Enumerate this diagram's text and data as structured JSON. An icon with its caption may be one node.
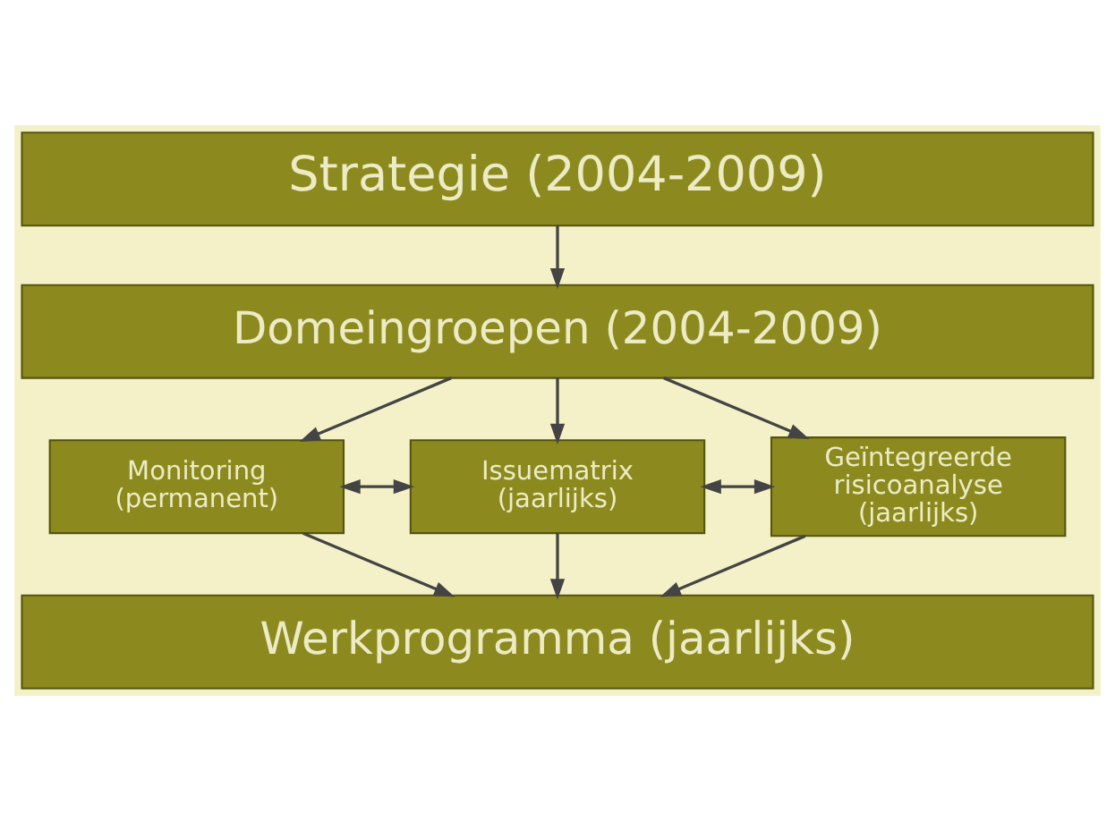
{
  "diagram": {
    "nodes": [
      {
        "text": [
          "Strategie (2004-2009)"
        ]
      },
      {
        "text": [
          "Domeingroepen (2004-2009)"
        ]
      },
      {
        "text": [
          "Monitoring (permanent)"
        ]
      },
      {
        "text": [
          "Issuematrix (jaarlijks)"
        ]
      },
      {
        "text": [
          "Geïntegreerde risicoanalyse (jaarlijks)"
        ]
      },
      {
        "text": [
          "Werkprogramma (jaarlijks)"
        ]
      }
    ],
    "edges": [
      {
        "from": 0,
        "to": 1,
        "arrow": "to"
      },
      {
        "from": 1,
        "to": 2,
        "arrow": "to"
      },
      {
        "from": 1,
        "to": 3,
        "arrow": "to"
      },
      {
        "from": 1,
        "to": 4,
        "arrow": "to"
      },
      {
        "from": 2,
        "to": 3,
        "arrow": "both"
      },
      {
        "from": 3,
        "to": 4,
        "arrow": "both"
      },
      {
        "from": 2,
        "to": 5,
        "arrow": "to"
      },
      {
        "from": 3,
        "to": 5,
        "arrow": "to"
      },
      {
        "from": 4,
        "to": 5,
        "arrow": "to"
      }
    ]
  }
}
